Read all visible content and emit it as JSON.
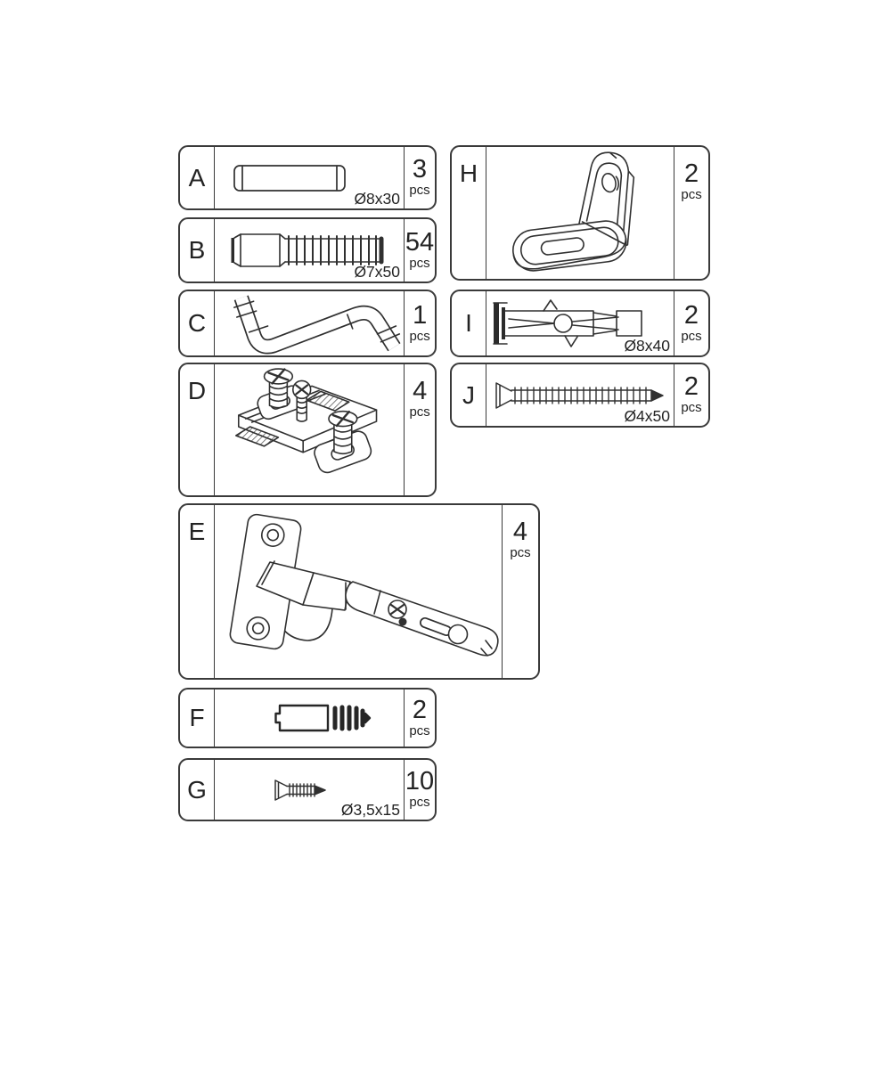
{
  "page": {
    "background": "#ffffff",
    "line_color": "#303030",
    "text_color": "#232323",
    "description": "assembly-manual-hardware-parts-list"
  },
  "parts_list": {
    "unit_label": "pcs",
    "parts": [
      {
        "id": "A",
        "qty": "3",
        "unit": "pcs",
        "dim": "Ø8x30",
        "icon": "dowel-icon"
      },
      {
        "id": "B",
        "qty": "54",
        "unit": "pcs",
        "dim": "Ø7x50",
        "icon": "confirmat-screw-icon"
      },
      {
        "id": "C",
        "qty": "1",
        "unit": "pcs",
        "dim": "",
        "icon": "hex-key-icon"
      },
      {
        "id": "D",
        "qty": "4",
        "unit": "pcs",
        "dim": "",
        "icon": "mounting-plate-icon"
      },
      {
        "id": "E",
        "qty": "4",
        "unit": "pcs",
        "dim": "",
        "icon": "hinge-icon"
      },
      {
        "id": "F",
        "qty": "2",
        "unit": "pcs",
        "dim": "",
        "icon": "connector-bolt-icon"
      },
      {
        "id": "G",
        "qty": "10",
        "unit": "pcs",
        "dim": "Ø3,5x15",
        "icon": "small-screw-icon"
      },
      {
        "id": "H",
        "qty": "2",
        "unit": "pcs",
        "dim": "",
        "icon": "angle-bracket-icon"
      },
      {
        "id": "I",
        "qty": "2",
        "unit": "pcs",
        "dim": "Ø8x40",
        "icon": "wall-plug-icon"
      },
      {
        "id": "J",
        "qty": "2",
        "unit": "pcs",
        "dim": "Ø4x50",
        "icon": "long-screw-icon"
      }
    ]
  }
}
